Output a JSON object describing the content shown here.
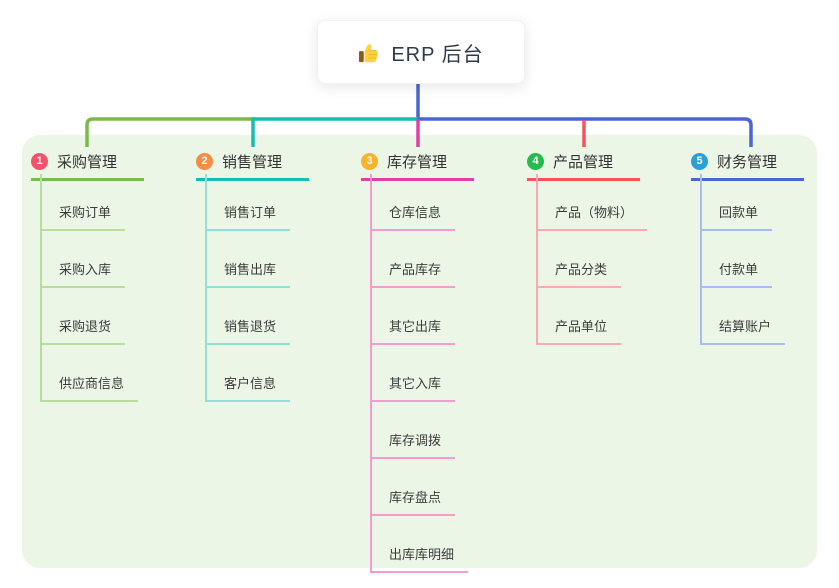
{
  "root": {
    "title": "ERP 后台",
    "icon": "thumbs-up-icon",
    "line_color": "#4a66d5"
  },
  "panel": {
    "bg": "#ebf6e6"
  },
  "branches": [
    {
      "index": "1",
      "title": "采购管理",
      "color": "#7cb94d",
      "light_color": "#b9dc9e",
      "badge_color": "#f4526a",
      "children": [
        "采购订单",
        "采购入库",
        "采购退货",
        "供应商信息"
      ]
    },
    {
      "index": "2",
      "title": "销售管理",
      "color": "#13bfb0",
      "light_color": "#93ded6",
      "badge_color": "#f78c44",
      "children": [
        "销售订单",
        "销售出库",
        "销售退货",
        "客户信息"
      ]
    },
    {
      "index": "3",
      "title": "库存管理",
      "color": "#e23fa5",
      "light_color": "#f49cce",
      "badge_color": "#f7b32b",
      "children": [
        "仓库信息",
        "产品库存",
        "其它出库",
        "其它入库",
        "库存调拨",
        "库存盘点",
        "出库库明细"
      ]
    },
    {
      "index": "4",
      "title": "产品管理",
      "color": "#f5515f",
      "light_color": "#f9abb0",
      "badge_color": "#27ba4e",
      "children": [
        "产品（物料）",
        "产品分类",
        "产品单位"
      ]
    },
    {
      "index": "5",
      "title": "财务管理",
      "color": "#4a66d5",
      "light_color": "#a9bcf0",
      "badge_color": "#2d9fd8",
      "children": [
        "回款单",
        "付款单",
        "结算账户"
      ]
    }
  ]
}
